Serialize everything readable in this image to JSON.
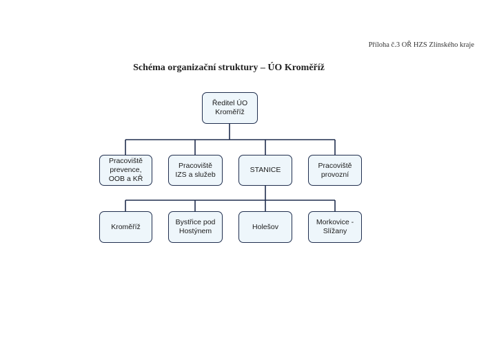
{
  "header": {
    "annex": "Příloha č.3 OŘ HZS Zlínského kraje"
  },
  "title": "Schéma organizační struktury – ÚO Kroměříž",
  "org_chart": {
    "root": "Ředitel ÚO\nKroměříž",
    "level2": [
      "Pracoviště\nprevence,\nOOB a KŘ",
      "Pracoviště\nIZS a služeb",
      "STANICE",
      "Pracoviště\nprovozní"
    ],
    "stations": [
      "Kroměříž",
      "Bystřice pod\nHostýnem",
      "Holešov",
      "Morkovice -\nSlížany"
    ]
  }
}
